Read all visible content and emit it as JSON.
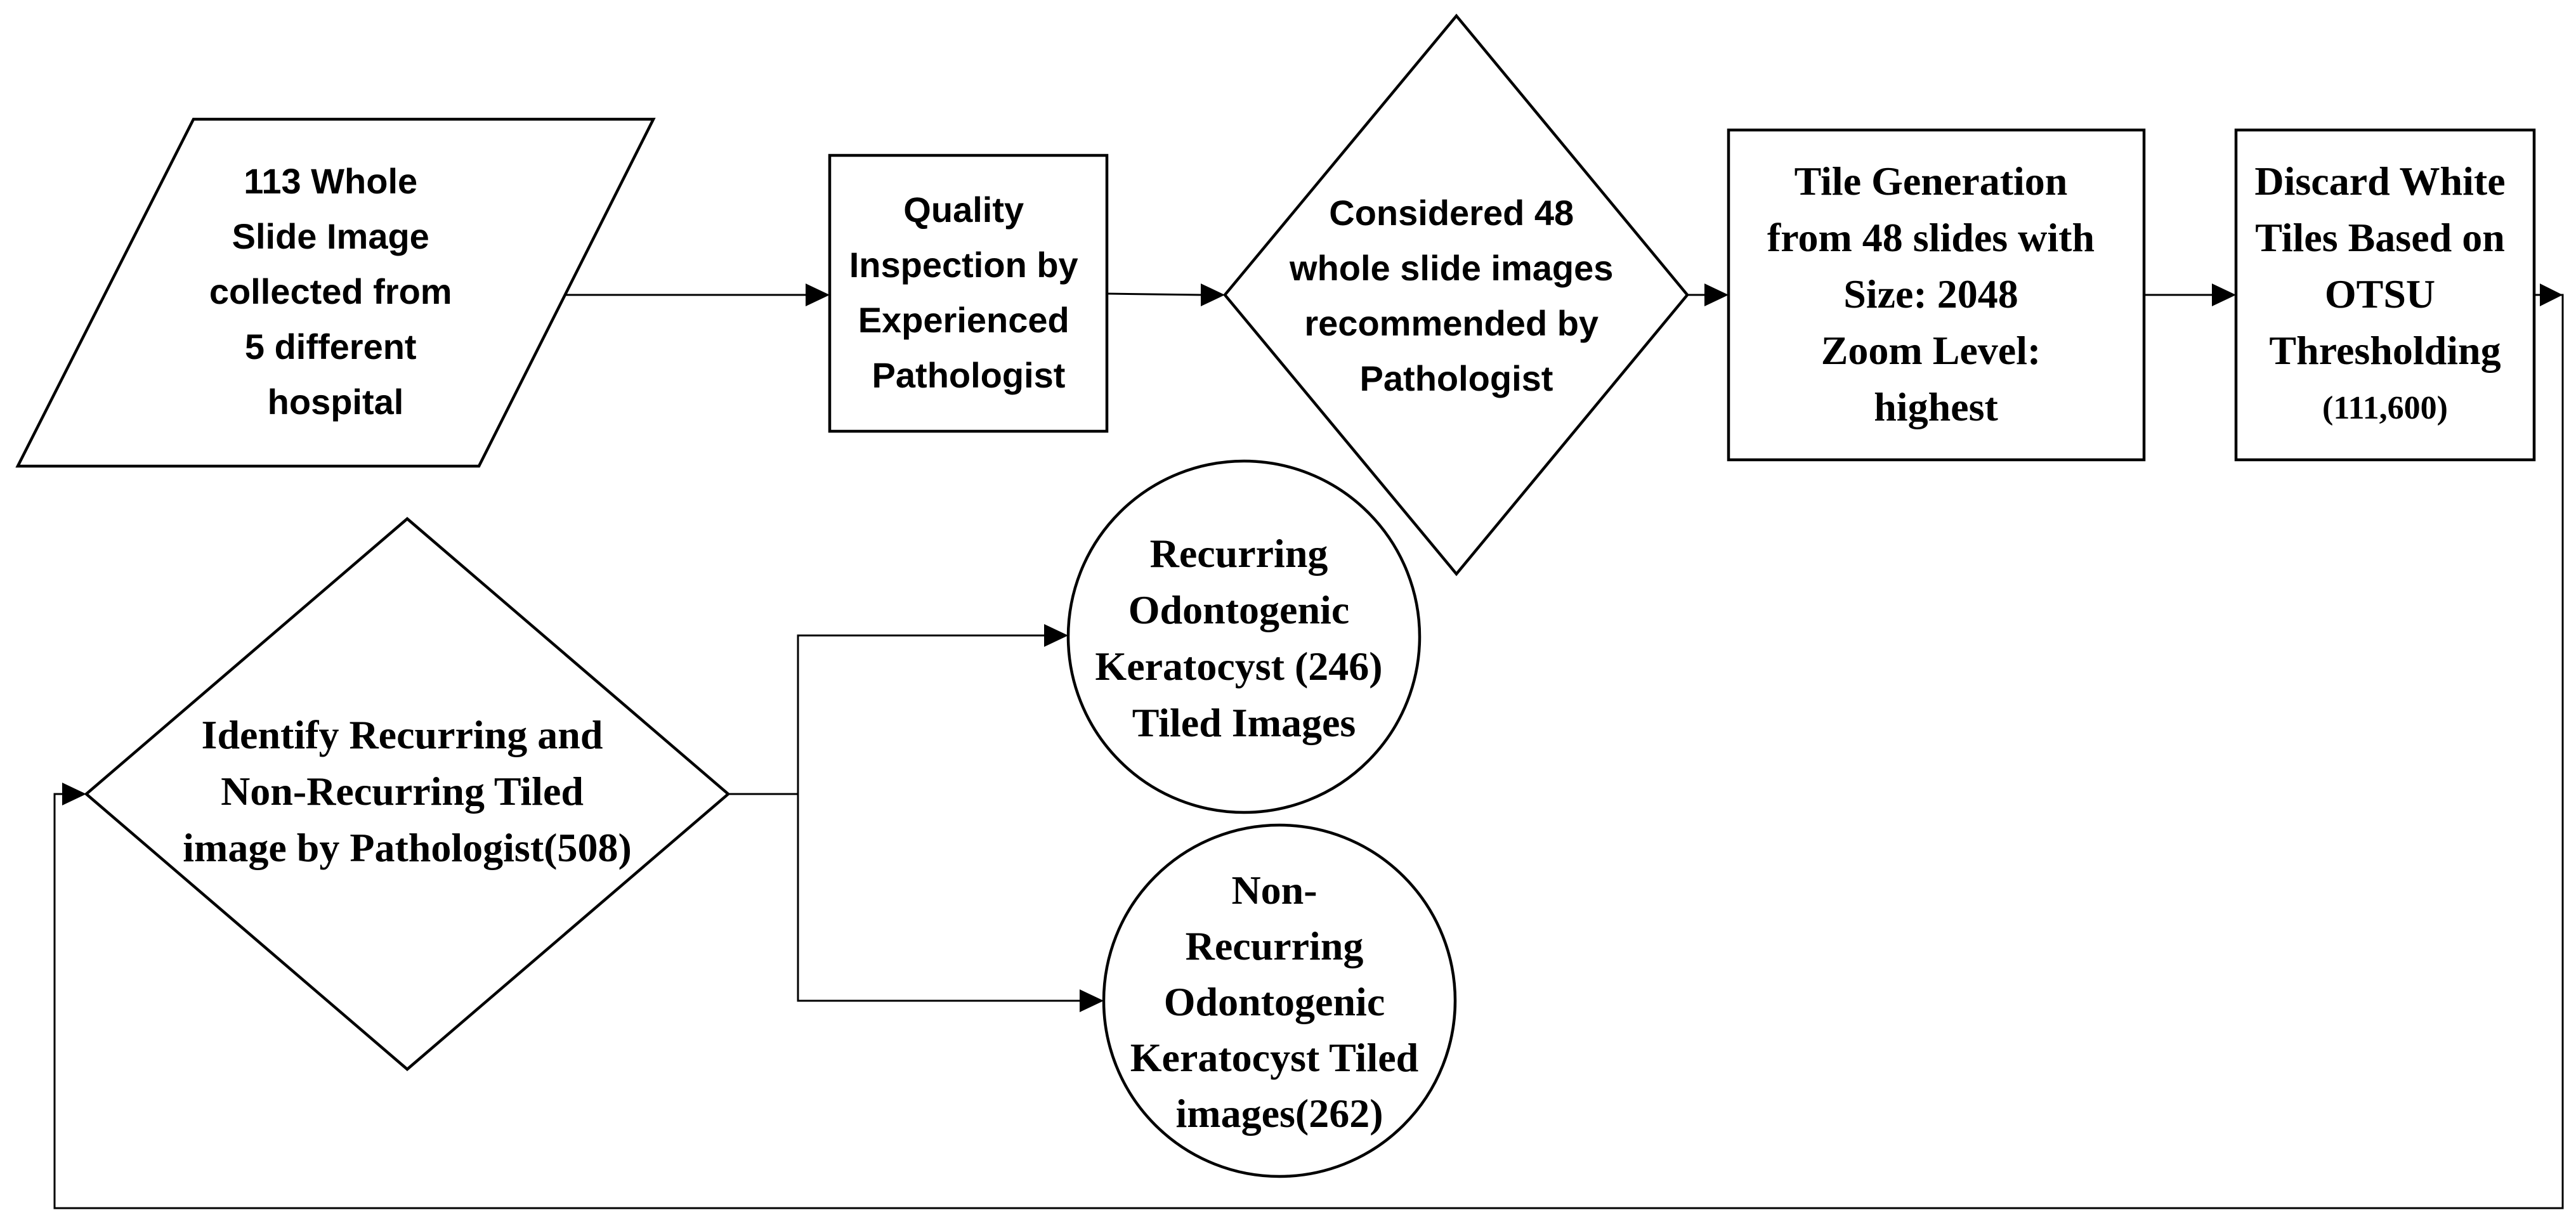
{
  "nodes": {
    "wsi_input": {
      "shape": "parallelogram",
      "lines": [
        "113 Whole",
        "Slide Image",
        "collected from",
        "5 different",
        "hospital"
      ]
    },
    "quality_inspection": {
      "shape": "rectangle",
      "lines": [
        "Quality",
        "Inspection by",
        "Experienced",
        "Pathologist"
      ]
    },
    "considered_48": {
      "shape": "diamond",
      "lines": [
        "Considered 48",
        "whole slide images",
        "recommended by",
        "Pathologist"
      ]
    },
    "tile_generation": {
      "shape": "rectangle",
      "lines": [
        "Tile Generation",
        "from 48 slides with",
        "Size: 2048",
        "Zoom Level:",
        "highest"
      ]
    },
    "discard_white": {
      "shape": "rectangle",
      "lines": [
        "Discard White",
        "Tiles Based on",
        "OTSU",
        "Thresholding"
      ],
      "count": "(111,600)"
    },
    "identify": {
      "shape": "diamond",
      "lines": [
        "Identify Recurring and",
        "Non-Recurring Tiled",
        "image by Pathologist(508)"
      ]
    },
    "recurring": {
      "shape": "circle",
      "lines": [
        "Recurring",
        "Odontogenic",
        "Keratocyst (246)",
        "Tiled Images"
      ]
    },
    "non_recurring": {
      "shape": "circle",
      "lines": [
        "Non-",
        "Recurring",
        "Odontogenic",
        "Keratocyst Tiled",
        "images(262)"
      ]
    }
  },
  "edges": [
    {
      "from": "wsi_input",
      "to": "quality_inspection"
    },
    {
      "from": "quality_inspection",
      "to": "considered_48"
    },
    {
      "from": "considered_48",
      "to": "tile_generation"
    },
    {
      "from": "tile_generation",
      "to": "discard_white"
    },
    {
      "from": "discard_white",
      "to": "identify"
    },
    {
      "from": "identify",
      "to": "recurring"
    },
    {
      "from": "identify",
      "to": "non_recurring"
    }
  ],
  "colors": {
    "stroke": "#000000",
    "fill": "#ffffff",
    "background": "#ffffff"
  }
}
